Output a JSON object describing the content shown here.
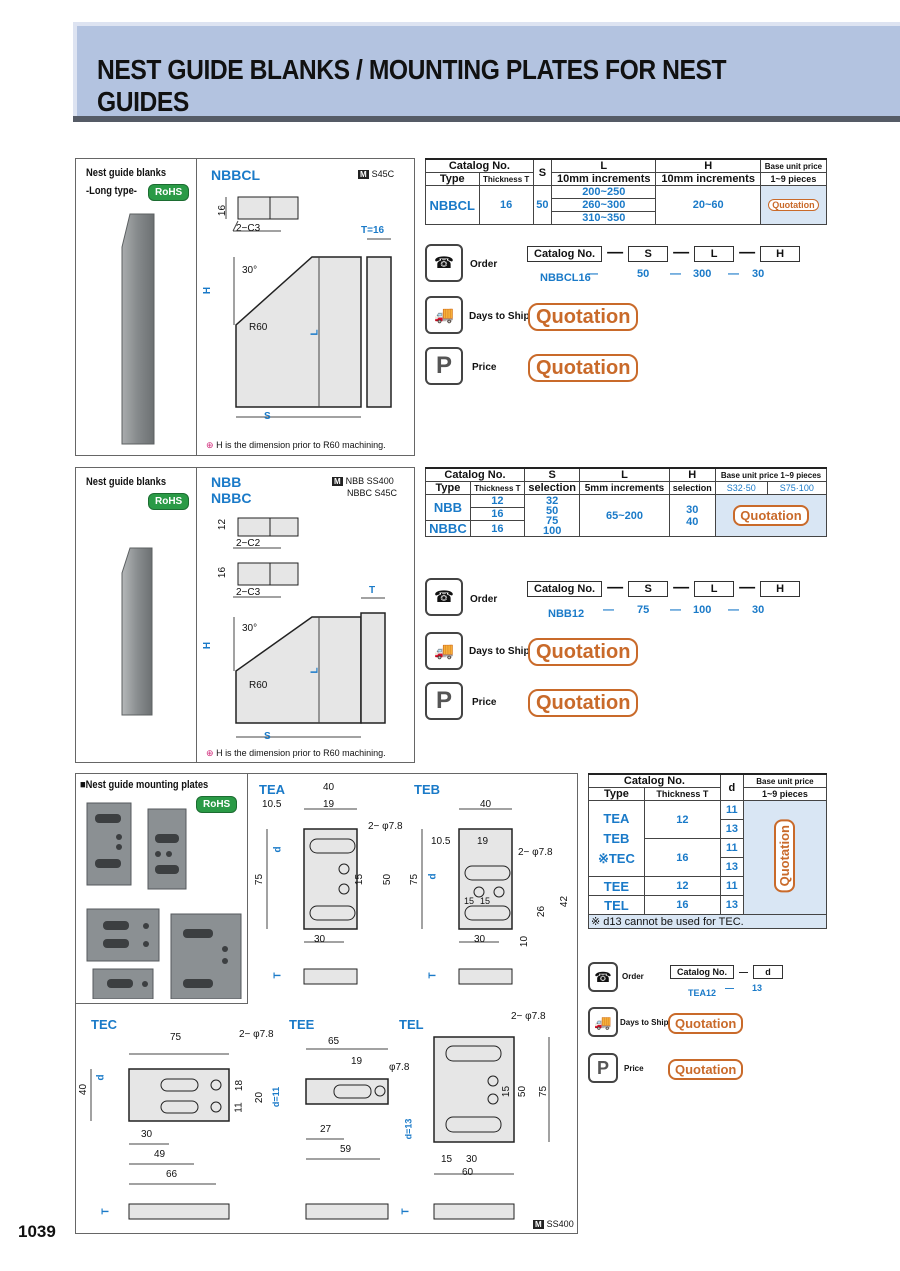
{
  "page": {
    "title": "NEST GUIDE BLANKS / MOUNTING PLATES FOR NEST GUIDES",
    "page_number": "1039"
  },
  "colors": {
    "accent_blue": "#1a7ac8",
    "quotation_orange": "#c96a2a",
    "rohs_green": "#2a9a46",
    "banner": "#b3c3e0",
    "price_cell": "#d9e6f4"
  },
  "common": {
    "rohs": "RoHS",
    "quotation": "Quotation",
    "order_label": "Order",
    "days_label": "Days to Ship",
    "price_label": "Price",
    "catalog_no": "Catalog No.",
    "type": "Type",
    "thickness": "Thickness T",
    "base_price": "Base unit price",
    "pieces": "1~9 pieces",
    "dash": "—",
    "material_icon": "M",
    "icons": {
      "order": "telephone-icon",
      "days": "truck-icon",
      "price": "price-p-icon",
      "note": "caution-icon"
    }
  },
  "nbbcl": {
    "title": "Nest guide blanks",
    "subtitle": "-Long type-",
    "code": "NBBCL",
    "material": "S45C",
    "drawing": {
      "t16": "16",
      "chamfer": "2−C3",
      "t_eq": "T=16",
      "angle": "30°",
      "h": "H",
      "radius": "R60",
      "l": "L",
      "s": "S"
    },
    "note": "H is the dimension prior to R60 machining.",
    "table": {
      "headers": {
        "s": "S",
        "l": "L",
        "l_sub": "10mm increments",
        "h": "H",
        "h_sub": "10mm increments"
      },
      "row": {
        "type": "NBBCL",
        "thickness": "16",
        "s": "50",
        "l": [
          "200~250",
          "260~300",
          "310~350"
        ],
        "h": "20~60"
      }
    },
    "order": {
      "fields": [
        "Catalog No.",
        "S",
        "L",
        "H"
      ],
      "example": [
        "NBBCL16",
        "50",
        "300",
        "30"
      ]
    }
  },
  "nbb": {
    "title": "Nest guide blanks",
    "codes": [
      "NBB",
      "NBBC"
    ],
    "material_lines": [
      "NBB  SS400",
      "NBBC  S45C"
    ],
    "drawing": {
      "t12": "12",
      "chamfer12": "2−C2",
      "t16": "16",
      "chamfer16": "2−C3",
      "t": "T",
      "angle": "30°",
      "h": "H",
      "radius": "R60",
      "l": "L",
      "s": "S"
    },
    "note": "H is the dimension prior to R60 machining.",
    "table": {
      "headers": {
        "s": "S",
        "s_sub": "selection",
        "l": "L",
        "l_sub": "5mm increments",
        "h": "H",
        "h_sub": "selection",
        "price_cols": [
          "S32·50",
          "S75·100"
        ],
        "base_price_full": "Base unit price  1~9 pieces"
      },
      "rows": [
        {
          "type": "NBB",
          "thickness": [
            "12",
            "16"
          ]
        },
        {
          "type": "NBBC",
          "thickness": [
            "16"
          ]
        }
      ],
      "s_values": [
        "32",
        "50",
        "75",
        "100"
      ],
      "l_range": "65~200",
      "h_values": [
        "30",
        "40"
      ]
    },
    "order": {
      "fields": [
        "Catalog No.",
        "S",
        "L",
        "H"
      ],
      "example": [
        "NBB12",
        "75",
        "100",
        "30"
      ]
    }
  },
  "plates": {
    "title": "Nest guide mounting plates",
    "material": "SS400",
    "tea": {
      "label": "TEA",
      "dims": [
        "40",
        "10.5",
        "19",
        "2− φ7.8",
        "d",
        "75",
        "15",
        "50",
        "30",
        "T"
      ]
    },
    "teb": {
      "label": "TEB",
      "dims": [
        "40",
        "10.5",
        "19",
        "2− φ7.8",
        "d",
        "75",
        "15",
        "15",
        "26",
        "42",
        "10",
        "30",
        "T"
      ]
    },
    "tec": {
      "label": "TEC",
      "dims": [
        "75",
        "2− φ7.8",
        "d",
        "40",
        "18",
        "11",
        "30",
        "49",
        "66",
        "T"
      ]
    },
    "tee": {
      "label": "TEE",
      "dims": [
        "65",
        "19",
        "φ7.8",
        "20",
        "d=11",
        "27",
        "59"
      ]
    },
    "tel": {
      "label": "TEL",
      "dims": [
        "2− φ7.8",
        "15",
        "50",
        "75",
        "d=13",
        "15",
        "30",
        "60",
        "T"
      ]
    },
    "table": {
      "d_header": "d",
      "rows": [
        {
          "type": "TEA",
          "thickness": "12",
          "d": "11"
        },
        {
          "type": "TEB",
          "thickness": "",
          "d": "13"
        },
        {
          "type": "※TEC",
          "thickness": "16",
          "d": "11"
        },
        {
          "type": "",
          "thickness": "",
          "d": "13"
        },
        {
          "type": "TEE",
          "thickness": "12",
          "d": "11"
        },
        {
          "type": "TEL",
          "thickness": "16",
          "d": "13"
        }
      ],
      "footnote": "※ d13 cannot be used for TEC."
    },
    "order": {
      "fields": [
        "Catalog No.",
        "d"
      ],
      "example": [
        "TEA12",
        "13"
      ]
    }
  }
}
